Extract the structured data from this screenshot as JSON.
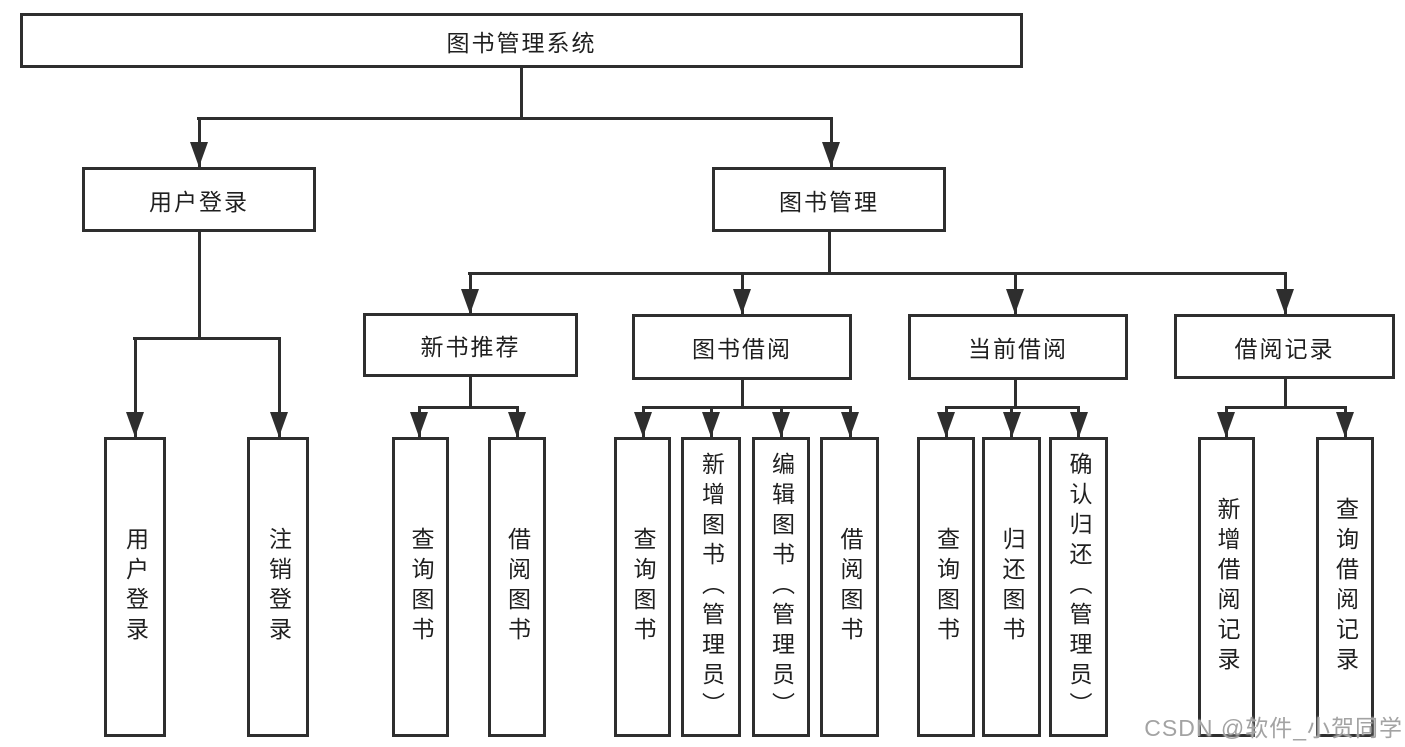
{
  "diagram": {
    "root": {
      "label": "图书管理系统"
    },
    "level2": [
      {
        "label": "用户登录"
      },
      {
        "label": "图书管理"
      }
    ],
    "level3": [
      {
        "label": "新书推荐",
        "parent": "图书管理"
      },
      {
        "label": "图书借阅",
        "parent": "图书管理"
      },
      {
        "label": "当前借阅",
        "parent": "图书管理"
      },
      {
        "label": "借阅记录",
        "parent": "图书管理"
      }
    ],
    "leaves": [
      {
        "label": "用户登录",
        "parent": "用户登录"
      },
      {
        "label": "注销登录",
        "parent": "用户登录"
      },
      {
        "label": "查询图书",
        "parent": "新书推荐"
      },
      {
        "label": "借阅图书",
        "parent": "新书推荐"
      },
      {
        "label": "查询图书",
        "parent": "图书借阅"
      },
      {
        "label": "新增图书（管理员）",
        "parent": "图书借阅"
      },
      {
        "label": "编辑图书（管理员）",
        "parent": "图书借阅"
      },
      {
        "label": "借阅图书",
        "parent": "图书借阅"
      },
      {
        "label": "查询图书",
        "parent": "当前借阅"
      },
      {
        "label": "归还图书",
        "parent": "当前借阅"
      },
      {
        "label": "确认归还（管理员）",
        "parent": "当前借阅"
      },
      {
        "label": "新增借阅记录",
        "parent": "借阅记录"
      },
      {
        "label": "查询借阅记录",
        "parent": "借阅记录"
      }
    ]
  },
  "watermark": {
    "text": "CSDN @软件_小贺同学"
  },
  "colors": {
    "line": "#2e2e2e",
    "text": "#1f1f1f",
    "background": "#ffffff",
    "watermark": "#a3a3a3"
  }
}
